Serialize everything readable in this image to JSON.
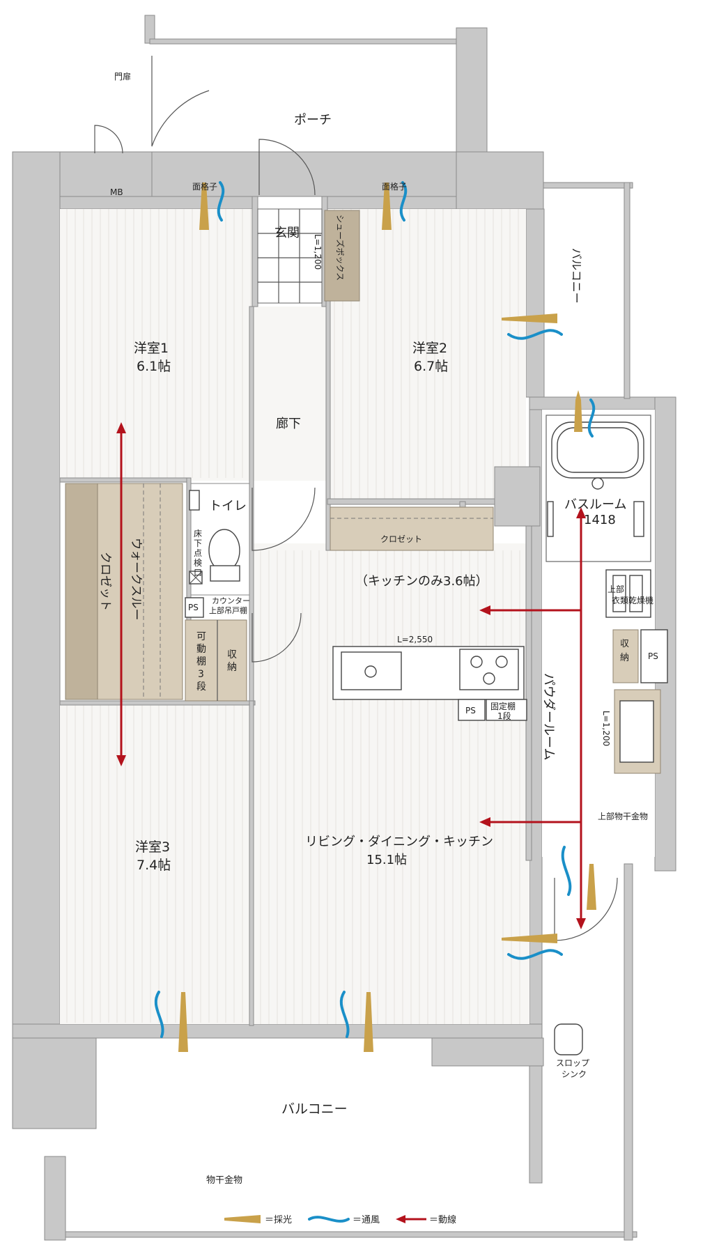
{
  "rooms": {
    "porch": "ポーチ",
    "gate": "門扉",
    "mb": "MB",
    "lattice_left": "面格子",
    "lattice_right": "面格子",
    "entrance": "玄関",
    "shoe_box": "シューズボックス",
    "shoe_box_len": "L=1,200",
    "balcony_side": "バルコニー",
    "room1_name": "洋室1",
    "room1_size": "6.1帖",
    "room2_name": "洋室2",
    "room2_size": "6.7帖",
    "hall": "廊下",
    "closet_room2": "クロゼット",
    "bathroom_name": "バスルーム",
    "bathroom_size": "1418",
    "toilet": "トイレ",
    "floor_hatch_1": "床",
    "floor_hatch_2": "下",
    "floor_hatch_3": "点",
    "floor_hatch_4": "検",
    "floor_hatch_5": "口",
    "ps_toilet": "PS",
    "counter_1": "カウンター",
    "counter_2": "上部吊戸棚",
    "movable_shelf_1": "可",
    "movable_shelf_2": "動",
    "movable_shelf_3": "棚",
    "movable_shelf_4": "3",
    "movable_shelf_5": "段",
    "storage_1": "収",
    "storage_2": "納",
    "walkthrough": "ウォークスルー",
    "walk_closet": "クロゼット",
    "kitchen_only": "（キッチンのみ3.6帖）",
    "kitchen_len": "L=2,550",
    "ps_kitchen": "PS",
    "fixed_shelf_1": "固定棚",
    "fixed_shelf_2": "1段",
    "dryer_1": "上部",
    "dryer_2": "衣類乾燥機",
    "storage_powder_1": "収",
    "storage_powder_2": "納",
    "ps_powder": "PS",
    "powder_room": "パウダールーム",
    "vanity_len": "L=1,200",
    "drying_hardware_upper": "上部物干金物",
    "ldk_name": "リビング・ダイニング・キッチン",
    "ldk_size": "15.1帖",
    "room3_name": "洋室3",
    "room3_size": "7.4帖",
    "slop_sink_1": "スロップ",
    "slop_sink_2": "シンク",
    "balcony_main": "バルコニー",
    "drying_hardware": "物干金物"
  },
  "legend": {
    "light": "＝採光",
    "wind": "＝通風",
    "flow": "＝動線"
  },
  "colors": {
    "wall": "#c8c8c8",
    "closet": "#d8cdb9",
    "flow_arrow": "#b3121c",
    "light": "#c9a14a",
    "wind": "#1a8fc8"
  }
}
